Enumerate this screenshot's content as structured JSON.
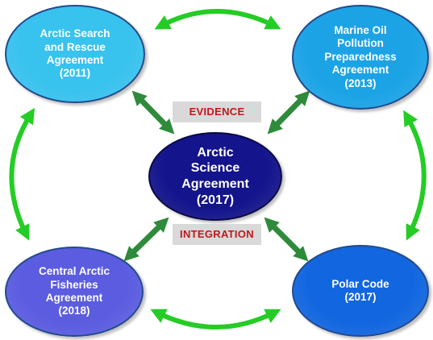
{
  "colors": {
    "search_rescue": "#38c2ee",
    "oil_pollution": "#1ba3e6",
    "science": "#14148c",
    "fisheries": "#5b5ce0",
    "polar": "#1266df",
    "link_green": "#25cc25",
    "arrow_green": "#2e8b3b",
    "tag_text": "#c0181b"
  },
  "nodes": {
    "search_rescue": "Arctic Search\nand Rescue\nAgreement\n(2011)",
    "oil_pollution": "Marine Oil\nPollution\nPreparedness\nAgreement\n(2013)",
    "science": "Arctic\nScience\nAgreement\n(2017)",
    "fisheries": "Central Arctic\nFisheries\nAgreement\n(2018)",
    "polar": "Polar Code\n(2017)"
  },
  "tags": {
    "evidence": "EVIDENCE",
    "integration": "INTEGRATION"
  }
}
